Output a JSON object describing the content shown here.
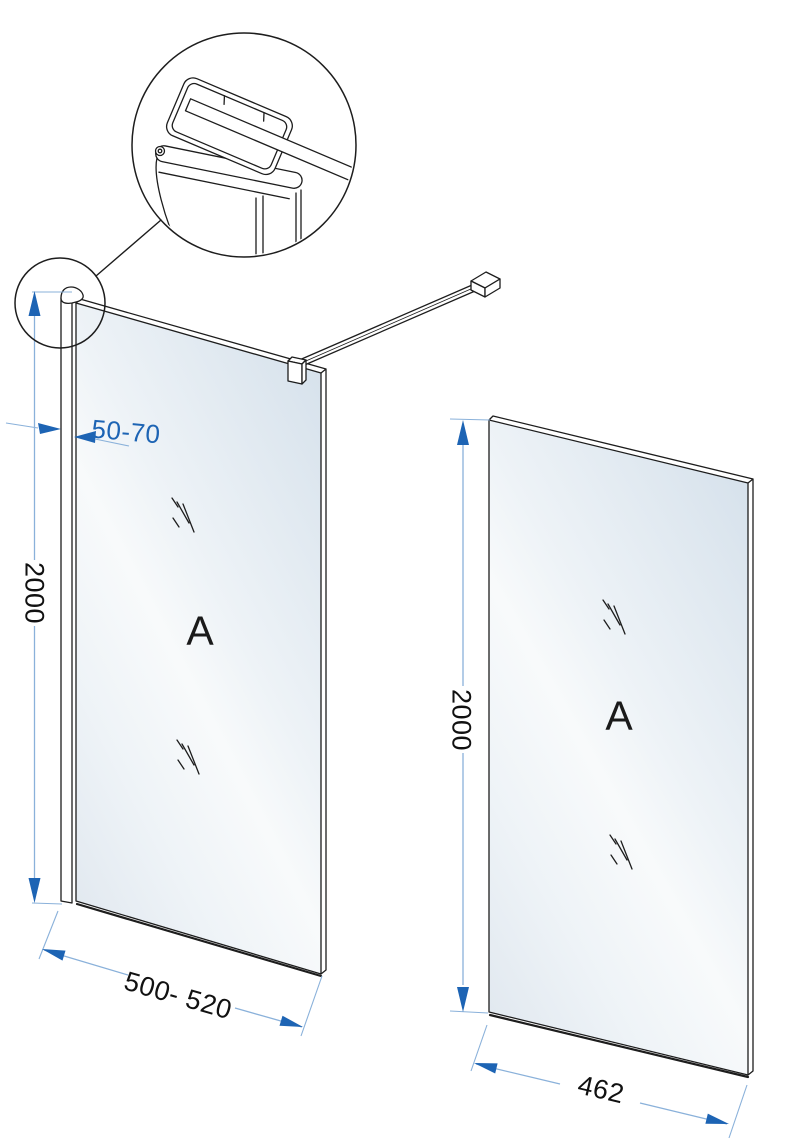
{
  "labels": {
    "left_panel": "A",
    "right_panel": "A"
  },
  "dimensions": {
    "left_height": "2000",
    "left_width": "500- 520",
    "wall_profile_range": "50-70",
    "right_height": "2000",
    "right_width": "462"
  },
  "colors": {
    "line": "#1d1d1d",
    "dim_line": "#8ab1da",
    "dim_accent": "#1d64b4",
    "dim_text": "#111111",
    "glass_dark": "#d7e2ec",
    "glass_mid": "#eef3f7",
    "glass_light": "#f8fafb",
    "glass_low": "#e2e9f0"
  }
}
